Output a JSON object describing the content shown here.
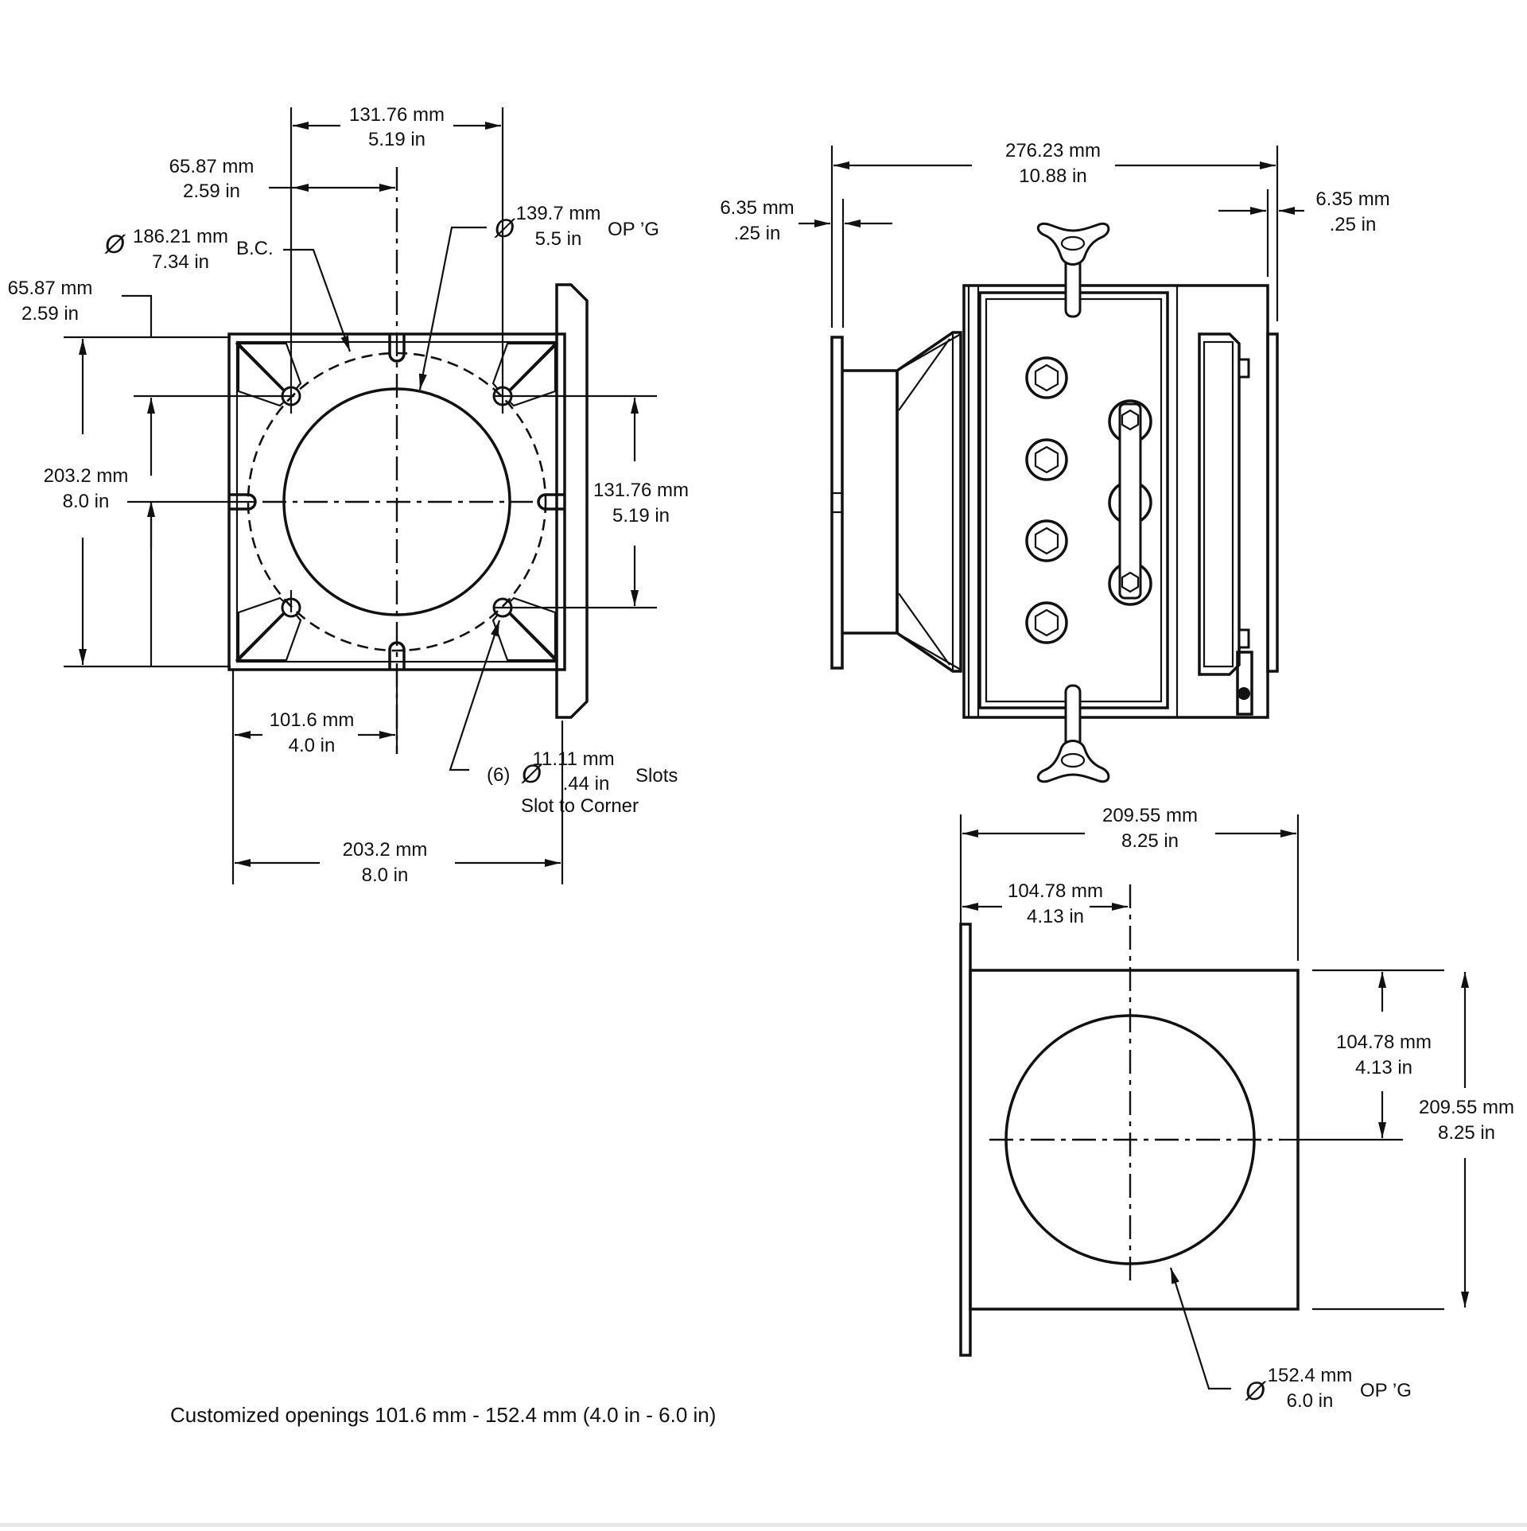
{
  "drawing": {
    "front_view": {
      "top_overall": {
        "mm": "131.76 mm",
        "in": "5.19 in"
      },
      "top_half": {
        "mm": "65.87 mm",
        "in": "2.59 in"
      },
      "bolt_circle": {
        "sym": "Ø",
        "mm": "186.21 mm",
        "in": "7.34 in",
        "suffix": "B.C."
      },
      "opening": {
        "sym": "Ø",
        "mm": "139.7 mm",
        "in": "5.5 in",
        "suffix": "OP ’G"
      },
      "left_top": {
        "mm": "65.87 mm",
        "in": "2.59 in"
      },
      "left_height": {
        "mm": "203.2 mm",
        "in": "8.0 in"
      },
      "right_height": {
        "mm": "131.76 mm",
        "in": "5.19 in"
      },
      "bottom_half": {
        "mm": "101.6 mm",
        "in": "4.0 in"
      },
      "bottom_width": {
        "mm": "203.2 mm",
        "in": "8.0 in"
      },
      "slots": {
        "count": "(6)",
        "sym": "Ø",
        "mm": "11.11 mm",
        "in": ".44 in",
        "suffix": "Slots",
        "note": "Slot to Corner"
      }
    },
    "side_view": {
      "overall": {
        "mm": "276.23 mm",
        "in": "10.88 in"
      },
      "left_flange": {
        "mm": "6.35 mm",
        "in": ".25 in"
      },
      "right_flange": {
        "mm": "6.35 mm",
        "in": ".25 in"
      }
    },
    "rear_view": {
      "width": {
        "mm": "209.55 mm",
        "in": "8.25 in"
      },
      "half_width": {
        "mm": "104.78 mm",
        "in": "4.13 in"
      },
      "half_height": {
        "mm": "104.78 mm",
        "in": "4.13 in"
      },
      "height": {
        "mm": "209.55 mm",
        "in": "8.25 in"
      },
      "opening": {
        "sym": "Ø",
        "mm": "152.4 mm",
        "in": "6.0 in",
        "suffix": "OP ’G"
      }
    },
    "footnote": "Customized openings 101.6 mm - 152.4 mm (4.0 in - 6.0 in)"
  }
}
